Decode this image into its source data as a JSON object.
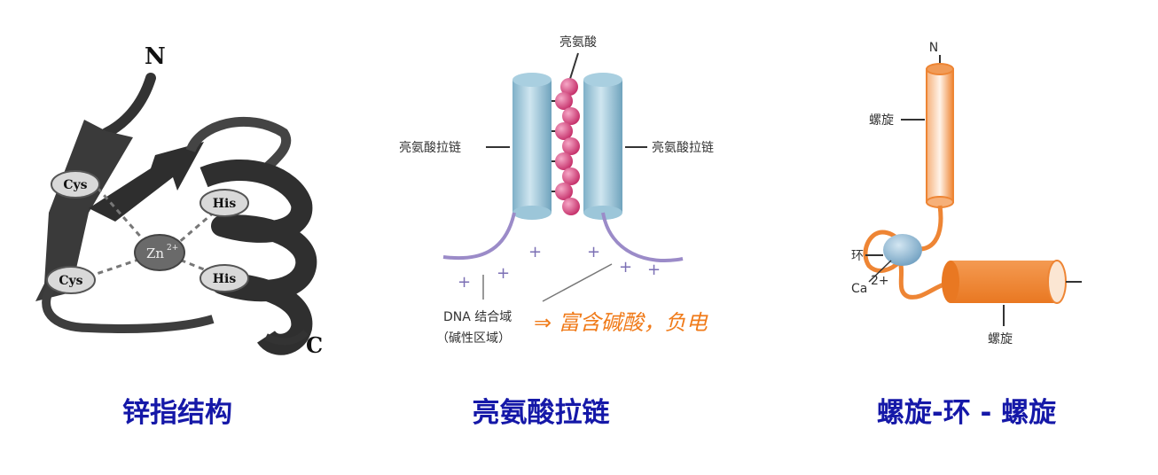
{
  "panels": {
    "zinc_finger": {
      "terminal_n": "N",
      "terminal_c": "C",
      "cys_1": "Cys",
      "cys_2": "Cys",
      "his_1": "His",
      "his_2": "His",
      "zinc": "Zn",
      "zinc_charge": "2+",
      "caption": "锌指结构"
    },
    "leucine_zipper": {
      "leucine_label": "亮氨酸",
      "zipper_left": "亮氨酸拉链",
      "zipper_right": "亮氨酸拉链",
      "plus": "+",
      "dna_domain": "DNA 结合域",
      "basic_region": "（碱性区域）",
      "handwritten_note": "⇒ 富含碱酸，负电",
      "caption": "亮氨酸拉链"
    },
    "helix_loop_helix": {
      "terminal_n": "N",
      "helix_top": "螺旋",
      "loop": "环",
      "calcium": "Ca",
      "calcium_charge": "2+",
      "helix_bottom": "螺旋",
      "caption": "螺旋-环 - 螺旋"
    }
  },
  "colors": {
    "caption": "#1518a8",
    "cylinder_blue": "#a9cfe0",
    "bead_pink": "#d8407a",
    "dna_purple": "#9b8bc8",
    "helix_orange": "#ee8534",
    "note_orange": "#f07b1a",
    "zinc_finger_ribbon": "#3a3a3a"
  }
}
